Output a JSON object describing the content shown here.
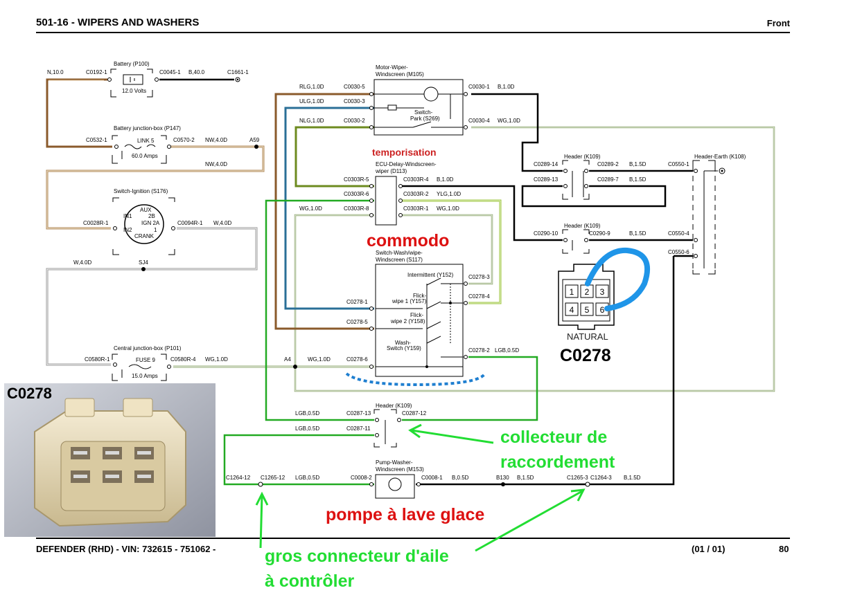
{
  "header": {
    "title": "501-16 - WIPERS AND WASHERS",
    "view": "Front"
  },
  "footer": {
    "vehicle": "DEFENDER  (RHD) - VIN: 732615 - 751062 -",
    "page_of": "(01 / 01)",
    "page_number": "80"
  },
  "components": {
    "battery": {
      "name": "Battery (P100)",
      "value": "12.0 Volts"
    },
    "battery_jb": {
      "name": "Battery junction-box (P147)",
      "fuse": "LINK 5",
      "rating": "60.0 Amps"
    },
    "ignition": {
      "name": "Switch-Ignition (S176)",
      "aux": "AUX",
      "in1": "IN1",
      "in2": "IN2",
      "p2b": "2B",
      "ign": "IGN 2A",
      "p1": "1",
      "crank": "CRANK"
    },
    "central_jb": {
      "name": "Central junction-box (P101)",
      "fuse": "FUSE 9",
      "rating": "15.0 Amps"
    },
    "motor": {
      "name1": "Motor-Wiper-",
      "name2": "Windscreen (M105)",
      "park1": "Switch-",
      "park2": "Park (S269)"
    },
    "ecu": {
      "name1": "ECU-Delay-Windscreen-",
      "name2": "wiper (D113)"
    },
    "switch": {
      "name1": "Switch-Wash/wipe-",
      "name2": "Windscreen (S117)",
      "intermittent": "Intermittent (Y152)",
      "flick1a": "Flick-",
      "flick1b": "wipe 1 (Y157)",
      "flick2a": "Flick-",
      "flick2b": "wipe 2 (Y158)",
      "wash1": "Wash-",
      "wash2": "Switch (Y159)"
    },
    "header_k109_1": {
      "name": "Header (K109)"
    },
    "header_k109_2": {
      "name": "Header (K109)"
    },
    "header_k109_3": {
      "name": "Header (K109)"
    },
    "header_earth": {
      "name": "Header-Earth (K108)"
    },
    "pump": {
      "name1": "Pump-Washer-",
      "name2": "Windscreen (M153)"
    }
  },
  "wire_labels": {
    "n10": "N,10.0",
    "c0192": "C0192-1",
    "c0045": "C0045-1",
    "b40": "B,40.0",
    "c1661": "C1661-1",
    "c0532": "C0532-1",
    "c0570": "C0570-2",
    "nw40a": "NW,4.0D",
    "a59": "A59",
    "nw40b": "NW,4.0D",
    "c0028": "C0028R-1",
    "c0094": "C0094R-1",
    "w40a": "W,4.0D",
    "w40b": "W,4.0D",
    "sj4": "SJ4",
    "c0580r1": "C0580R-1",
    "c0580r4": "C0580R-4",
    "wg10a": "WG,1.0D",
    "a4": "A4",
    "wg10b": "WG,1.0D",
    "c0278_6": "C0278-6",
    "rlg": "RLG,1.0D",
    "c0030_5": "C0030-5",
    "ulg": "ULG,1.0D",
    "c0030_3": "C0030-3",
    "nlg": "NLG,1.0D",
    "c0030_2": "C0030-2",
    "c0030_1": "C0030-1",
    "b10a": "B,1.0D",
    "c0030_4": "C0030-4",
    "wg10c": "WG,1.0D",
    "c0303r5": "C0303R-5",
    "c0303r4": "C0303R-4",
    "b10b": "B,1.0D",
    "c0303r6": "C0303R-6",
    "c0303r2": "C0303R-2",
    "ylg": "YLG,1.0D",
    "wg10d": "WG,1.0D",
    "c0303r8": "C0303R-8",
    "c0303r1": "C0303R-1",
    "wg10e": "WG,1.0D",
    "c0278_3": "C0278-3",
    "c0278_1": "C0278-1",
    "c0278_4": "C0278-4",
    "c0278_5": "C0278-5",
    "c0278_2": "C0278-2",
    "lgb05a": "LGB,0.5D",
    "c0289_14": "C0289-14",
    "c0289_2": "C0289-2",
    "b15a": "B,1.5D",
    "c0550_1": "C0550-1",
    "c0289_13": "C0289-13",
    "c0289_7": "C0289-7",
    "b15b": "B,1.5D",
    "c0290_10": "C0290-10",
    "c0290_9": "C0290-9",
    "b15c": "B,1.5D",
    "c0550_4": "C0550-4",
    "c0550_6": "C0550-6",
    "lgb05b": "LGB,0.5D",
    "c0287_13": "C0287-13",
    "c0287_12": "C0287-12",
    "lgb05c": "LGB,0.5D",
    "c0287_11": "C0287-11",
    "c1264_12": "C1264-12",
    "c1265_12": "C1265-12",
    "lgb05d": "LGB,0.5D",
    "c0008_2": "C0008-2",
    "c0008_1": "C0008-1",
    "b05": "B,0.5D",
    "b130": "B130",
    "b15d": "B,1.5D",
    "c1265_3": "C1265-3",
    "c1264_3": "C1264-3",
    "b15e": "B,1.5D"
  },
  "pins": [
    "1",
    "2",
    "3",
    "4",
    "5",
    "6"
  ],
  "annotations": {
    "temporisation": "temporisation",
    "commodo": "commodo",
    "natural": "NATURAL",
    "c0278_big": "C0278",
    "photo_label": "C0278",
    "collecteur1": "collecteur de",
    "collecteur2": "raccordement",
    "pompe": "pompe à lave glace",
    "gros1": "gros connecteur d'aile",
    "gros2": "à contrôler"
  },
  "colors": {
    "brown": "#8a5a2b",
    "blue": "#2a6f97",
    "olive": "#6d8b1f",
    "green_light": "#8fc04a",
    "green": "#22aa22",
    "annotation_green": "#22dd33",
    "annotation_red": "#dd1111",
    "blue_loop": "#1f95e8",
    "dotted_blue": "#1f7fd0"
  }
}
